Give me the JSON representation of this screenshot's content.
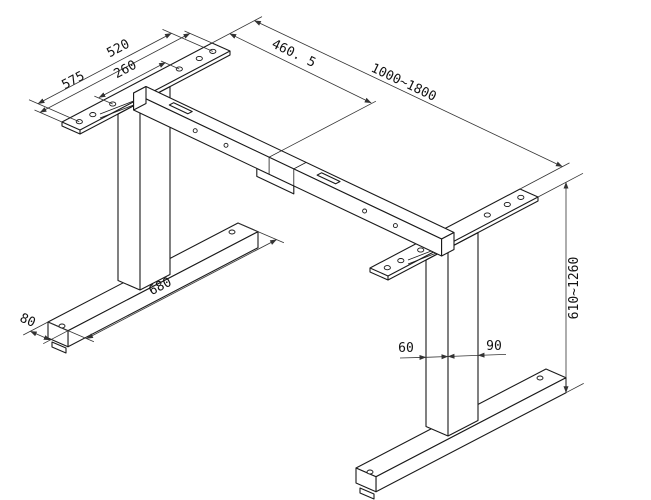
{
  "drawing": {
    "title": "height-adjustable desk frame technical drawing",
    "type": "isometric dimension drawing",
    "line_color": "#1a1a1a",
    "background": "#ffffff",
    "dimensions": {
      "plate_length": "575",
      "plate_hole_span": "520",
      "plate_hole_inner_span": "260",
      "beam_section_length": "460. 5",
      "width_range": "1000~1800",
      "foot_length": "680",
      "foot_width": "80",
      "column_width": "60",
      "column_depth": "90",
      "height_range": "610~1260"
    }
  }
}
